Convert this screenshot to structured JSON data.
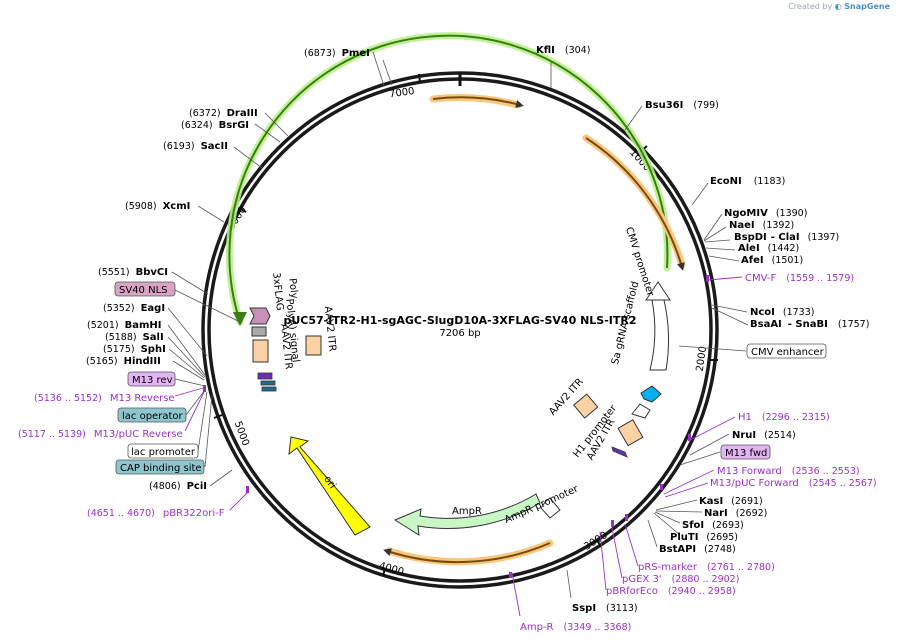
{
  "credit": {
    "prefix": "Created by",
    "brand": "SnapGene"
  },
  "plasmid": {
    "name": "pUC57-ITR2-H1-sgAGC-SlugD10A-3XFLAG-SV40 NLS-ITR2",
    "size_label": "7206 bp"
  },
  "ticks": [
    "1000",
    "2000",
    "3000",
    "4000",
    "5000",
    "6000",
    "7000"
  ],
  "enzymes": [
    {
      "name": "KflI",
      "pos": "(304)"
    },
    {
      "name": "Bsu36I",
      "pos": "(799)"
    },
    {
      "name": "EcoNI",
      "pos": "(1183)"
    },
    {
      "name": "NgoMIV",
      "pos": "(1390)"
    },
    {
      "name": "NaeI",
      "pos": "(1392)"
    },
    {
      "name": "BspDI",
      "extra": "- ClaI",
      "pos": "(1397)"
    },
    {
      "name": "AleI",
      "pos": "(1442)"
    },
    {
      "name": "AfeI",
      "pos": "(1501)"
    },
    {
      "name": "NcoI",
      "pos": "(1733)"
    },
    {
      "name": "BsaAI",
      "extra": "- SnaBI",
      "pos": "(1757)"
    },
    {
      "name": "NruI",
      "pos": "(2514)"
    },
    {
      "name": "KasI",
      "pos": "(2691)"
    },
    {
      "name": "NarI",
      "pos": "(2692)"
    },
    {
      "name": "SfoI",
      "pos": "(2693)"
    },
    {
      "name": "PluTI",
      "pos": "(2695)"
    },
    {
      "name": "BstAPI",
      "pos": "(2748)"
    },
    {
      "name": "SspI",
      "pos": "(3113)"
    },
    {
      "name": "PciI",
      "pos": "(4806)"
    },
    {
      "name": "HindIII",
      "pos": "(5165)"
    },
    {
      "name": "SphI",
      "pos": "(5175)"
    },
    {
      "name": "SalI",
      "pos": "(5188)"
    },
    {
      "name": "BamHI",
      "pos": "(5201)"
    },
    {
      "name": "EagI",
      "pos": "(5352)"
    },
    {
      "name": "BbvCI",
      "pos": "(5551)"
    },
    {
      "name": "XcmI",
      "pos": "(5908)"
    },
    {
      "name": "SacII",
      "pos": "(6193)"
    },
    {
      "name": "BsrGI",
      "pos": "(6324)"
    },
    {
      "name": "DraIII",
      "pos": "(6372)"
    },
    {
      "name": "PmeI",
      "pos": "(6873)"
    }
  ],
  "primers": [
    {
      "name": "CMV-F",
      "pos": "(1559 .. 1579)"
    },
    {
      "name": "H1",
      "pos": "(2296 .. 2315)"
    },
    {
      "name": "M13 Forward",
      "pos": "(2536 .. 2553)"
    },
    {
      "name": "M13/pUC Forward",
      "pos": "(2545 .. 2567)"
    },
    {
      "name": "pRS-marker",
      "pos": "(2761 .. 2780)"
    },
    {
      "name": "pGEX 3'",
      "pos": "(2880 .. 2902)"
    },
    {
      "name": "pBRforEco",
      "pos": "(2940 .. 2958)"
    },
    {
      "name": "Amp-R",
      "pos": "(3349 .. 3368)"
    },
    {
      "name": "pBR322ori-F",
      "pos": "(4651 .. 4670)"
    },
    {
      "name": "M13/pUC Reverse",
      "pos": "(5117 .. 5139)"
    },
    {
      "name": "M13 Reverse",
      "pos": "(5136 .. 5152)"
    }
  ],
  "boxed_labels": {
    "cmv_enhancer": "CMV enhancer",
    "m13_fwd": "M13 fwd",
    "sv40_nls": "SV40 NLS",
    "m13_rev": "M13 rev",
    "lac_operator": "lac operator",
    "lac_promoter": "lac promoter",
    "cap_site": "CAP binding site"
  },
  "features": {
    "cmv_promoter": "CMV promoter",
    "sa_grna_scaffold": "Sa gRNA scaffold",
    "h1_promoter": "H1 promoter",
    "aav2_itr": "AAV2 ITR",
    "ori": "ori",
    "ampr": "AmpR",
    "ampr_promoter": "AmpR promoter",
    "flag3x": "3xFLAG",
    "polya": "PolyA) signal",
    "poly_prefix": "Poly"
  },
  "colors": {
    "primer": "#9b30c8",
    "slug": "#b8f08a",
    "cds_orange": "#f7c77e",
    "ori": "#ffff00",
    "ampr": "#c8f7c5",
    "itr": "#fbd2a4",
    "scaffold": "#00b0f0"
  }
}
